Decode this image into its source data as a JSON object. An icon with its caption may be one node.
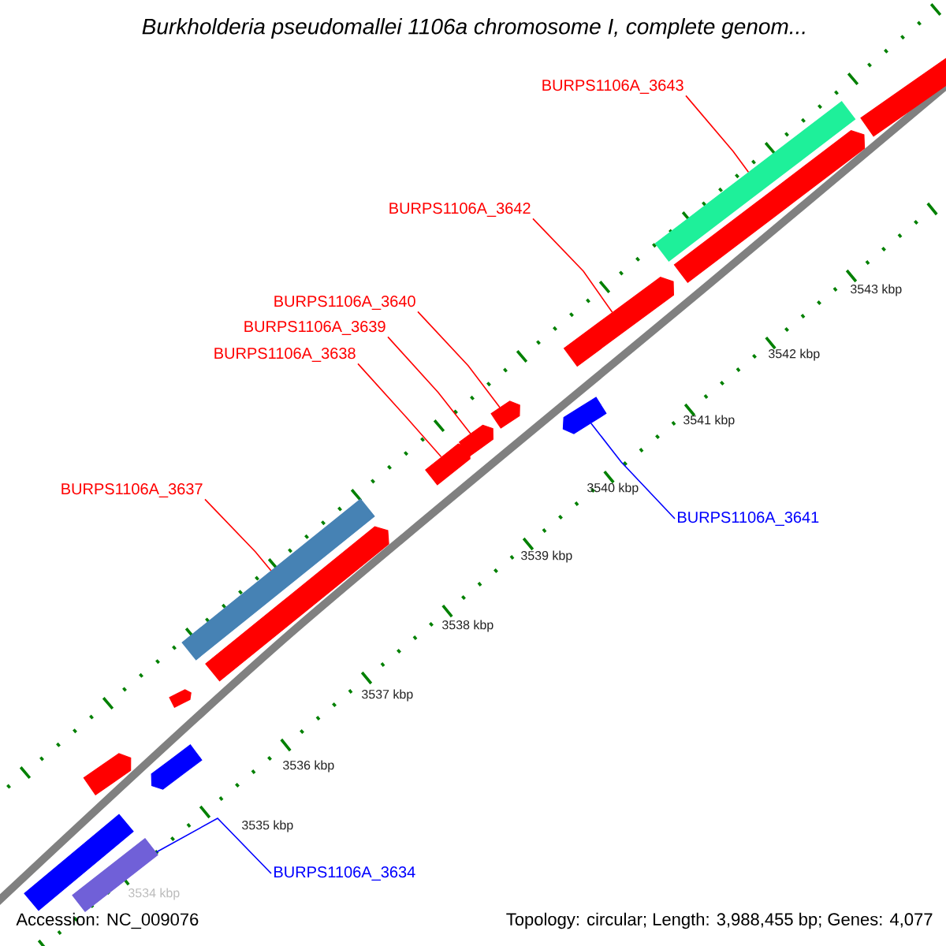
{
  "diagram": {
    "title": "Burkholderia pseudomallei 1106a chromosome I, complete genom...",
    "nodes": [
      {
        "text": [
          "BURPS1106A_3643"
        ]
      },
      {
        "text": [],
        "shape": "bar"
      },
      {
        "text": [],
        "shape": "bar"
      },
      {
        "text": [],
        "shape": "bar"
      },
      {
        "text": [
          "BURPS1106A_3642"
        ]
      },
      {
        "text": [],
        "shape": "bar"
      },
      {
        "text": [
          "BURPS1106A_3640"
        ]
      },
      {
        "text": [
          "BURPS1106A_3639"
        ]
      },
      {
        "text": [
          "BURPS1106A_3638"
        ]
      },
      {
        "text": [],
        "shape": "bar"
      },
      {
        "text": [],
        "shape": "bar"
      },
      {
        "text": [],
        "shape": "bar"
      },
      {
        "text": [],
        "shape": "bar"
      },
      {
        "text": [
          "BURPS1106A_3637"
        ]
      },
      {
        "text": [],
        "shape": "bar"
      },
      {
        "text": [],
        "shape": "bar"
      },
      {
        "text": [
          "BURPS1106A_3641"
        ]
      },
      {
        "text": [],
        "shape": "bar"
      },
      {
        "text": [],
        "shape": "bar"
      },
      {
        "text": [],
        "shape": "bar"
      },
      {
        "text": [],
        "shape": "bar"
      },
      {
        "text": [],
        "shape": "bar"
      },
      {
        "text": [
          "BURPS1106A_3634"
        ]
      }
    ],
    "edges": [
      {
        "from": 0,
        "to": 2,
        "arrow": "none"
      },
      {
        "from": 4,
        "to": 5,
        "arrow": "none"
      },
      {
        "from": 6,
        "to": 9,
        "arrow": "none"
      },
      {
        "from": 7,
        "to": 10,
        "arrow": "none"
      },
      {
        "from": 8,
        "to": 11,
        "arrow": "none"
      },
      {
        "from": 13,
        "to": 14,
        "arrow": "none"
      },
      {
        "from": 16,
        "to": 12,
        "arrow": "none",
        "color": "#0000ff"
      },
      {
        "from": 22,
        "to": 21,
        "arrow": "none",
        "color": "#0000ff"
      }
    ],
    "labels": [
      "3543 kbp",
      "3542 kbp",
      "3541 kbp",
      "3540 kbp",
      "3539 kbp",
      "3538 kbp",
      "3537 kbp",
      "3536 kbp",
      "3535 kbp",
      "3534 kbp",
      "Accession: NC_009076",
      "Topology: circular; Length: 3,988,455 bp; Genes: 4,077"
    ]
  }
}
